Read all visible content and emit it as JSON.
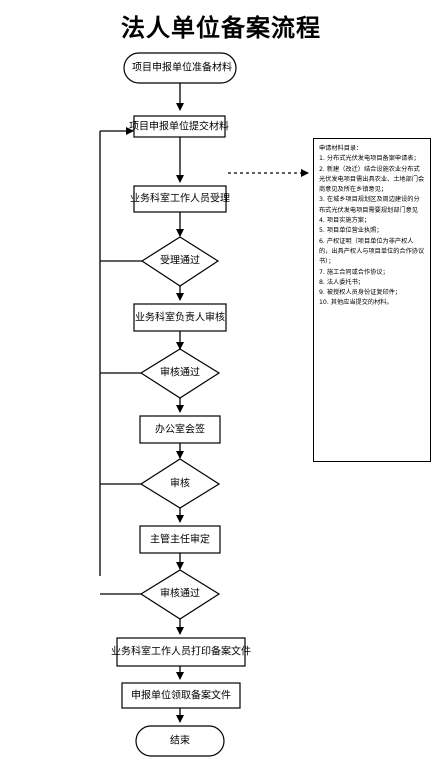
{
  "title": "法人单位备案流程",
  "nodes": {
    "start": "项目申报单位准备材料",
    "submit": "项目申报单位提交材料",
    "accept": "业务科室工作人员受理",
    "accept_passed": "受理通过",
    "review_head": "业务科室负责人审核",
    "review_passed": "审核通过",
    "office_sign": "办公室会签",
    "review": "审核",
    "leader_approve": "主管主任审定",
    "final_review_passed": "审核通过",
    "print": "业务科室工作人员打印备案文件",
    "collect": "申报单位领取备案文件",
    "end": "结束"
  },
  "materials": {
    "heading": "申请材料目录：",
    "items": [
      "1. 分布式光伏发电项目备案申请表；",
      "2. 新建（改迁）结合设施农业分布式光伏发电项目需出具农业、土地部门会商意见及所在乡镇意见；",
      "3. 在城乡项目规划区及周边建设的分布式光伏发电项目需要规划部门意见",
      "4. 项目实施方案；",
      "5. 项目单位营业执照；",
      "6. 产权证明（项目单位为非产权人的，出具产权人与项目单位的合作协议书）；",
      "7. 施工合同或合作协议；",
      "8. 法人委托书；",
      "9. 被授权人员身份证复印件；",
      "10. 其他应当提交的材料。"
    ]
  }
}
